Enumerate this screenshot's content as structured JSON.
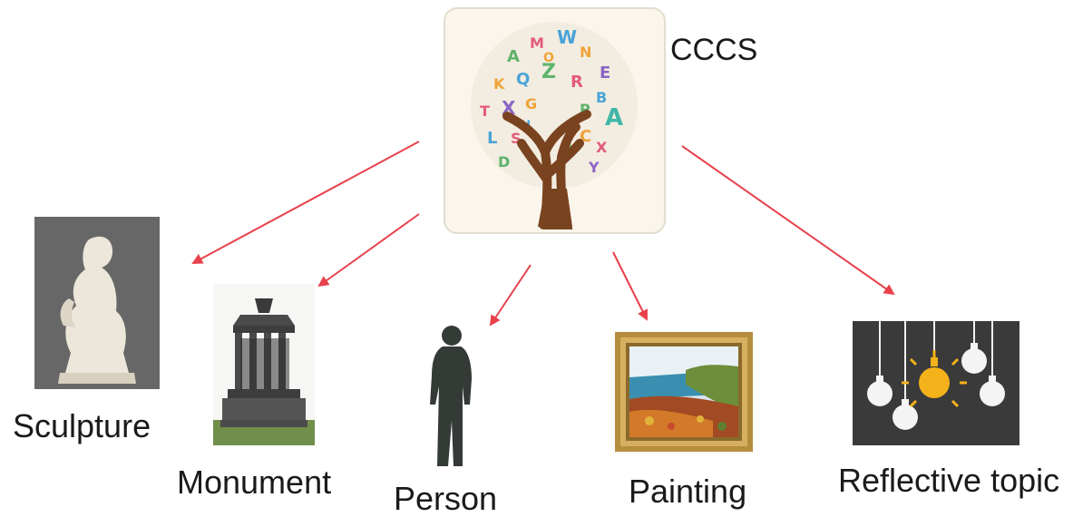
{
  "center": {
    "label": "CCCS",
    "icon": "alphabet-tree-icon"
  },
  "categories": [
    {
      "id": "sculpture",
      "label": "Sculpture",
      "icon": "sculpture-icon"
    },
    {
      "id": "monument",
      "label": "Monument",
      "icon": "monument-icon"
    },
    {
      "id": "person",
      "label": "Person",
      "icon": "person-silhouette-icon"
    },
    {
      "id": "painting",
      "label": "Painting",
      "icon": "framed-painting-icon"
    },
    {
      "id": "reflective",
      "label": "Reflective topic",
      "icon": "light-bulbs-icon"
    }
  ],
  "colors": {
    "arrow": "#e8414b",
    "text": "#1a1a1a",
    "tree_trunk": "#7a4320",
    "bulb_panel": "#3a3a3a",
    "bulb_accent": "#f4b21a"
  }
}
